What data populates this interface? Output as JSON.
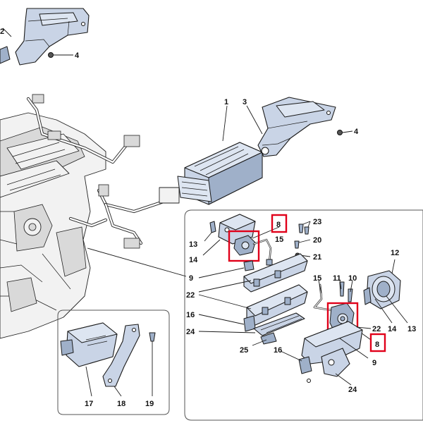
{
  "diagram": {
    "callouts": [
      {
        "id": "c1",
        "text": "1"
      },
      {
        "id": "c2",
        "text": "2"
      },
      {
        "id": "c3",
        "text": "3"
      },
      {
        "id": "c4a",
        "text": "4"
      },
      {
        "id": "c4b",
        "text": "4"
      },
      {
        "id": "c8a",
        "text": "8"
      },
      {
        "id": "c8b",
        "text": "8"
      },
      {
        "id": "c9a",
        "text": "9"
      },
      {
        "id": "c9b",
        "text": "9"
      },
      {
        "id": "c10",
        "text": "10"
      },
      {
        "id": "c11",
        "text": "11"
      },
      {
        "id": "c12",
        "text": "12"
      },
      {
        "id": "c13a",
        "text": "13"
      },
      {
        "id": "c13b",
        "text": "13"
      },
      {
        "id": "c14a",
        "text": "14"
      },
      {
        "id": "c14b",
        "text": "14"
      },
      {
        "id": "c15a",
        "text": "15"
      },
      {
        "id": "c15b",
        "text": "15"
      },
      {
        "id": "c16a",
        "text": "16"
      },
      {
        "id": "c16b",
        "text": "16"
      },
      {
        "id": "c17",
        "text": "17"
      },
      {
        "id": "c18",
        "text": "18"
      },
      {
        "id": "c19",
        "text": "19"
      },
      {
        "id": "c20",
        "text": "20"
      },
      {
        "id": "c21",
        "text": "21"
      },
      {
        "id": "c22a",
        "text": "22"
      },
      {
        "id": "c22b",
        "text": "22"
      },
      {
        "id": "c23",
        "text": "23"
      },
      {
        "id": "c24a",
        "text": "24"
      },
      {
        "id": "c24b",
        "text": "24"
      },
      {
        "id": "c25",
        "text": "25"
      }
    ],
    "colors": {
      "part_fill": "#c9d4e6",
      "outline": "#1a1a1a",
      "highlight": "#e0001a",
      "engine_fill": "#f2f2f2"
    }
  }
}
